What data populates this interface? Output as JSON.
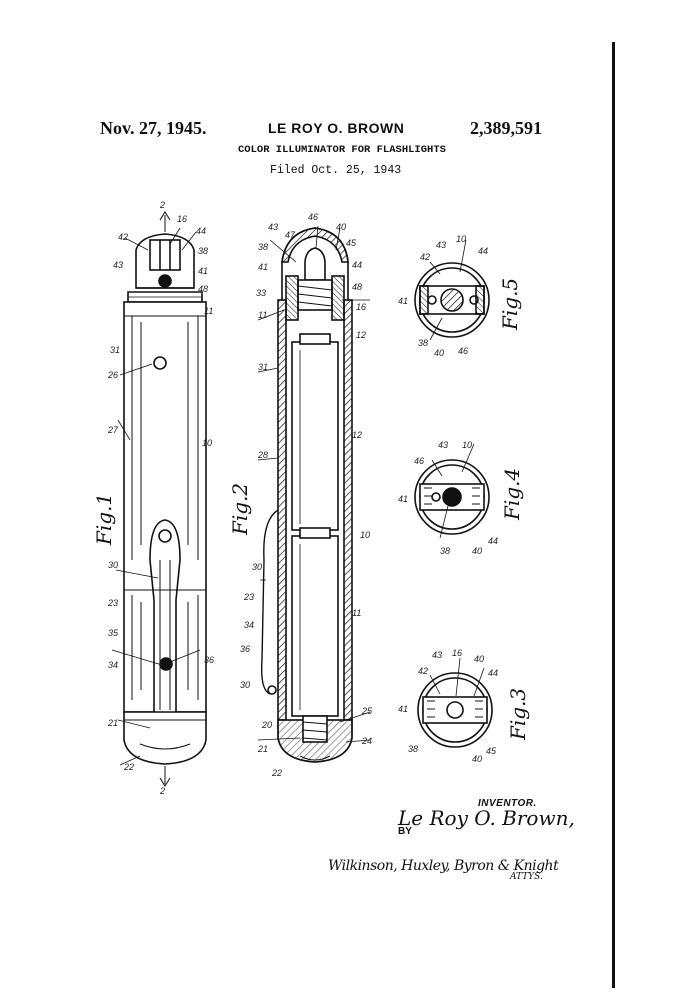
{
  "header": {
    "date": "Nov. 27, 1945.",
    "inventor_name": "LE ROY O. BROWN",
    "patent_number": "2,389,591",
    "title": "COLOR ILLUMINATOR FOR FLASHLIGHTS",
    "filed": "Filed Oct. 25, 1943"
  },
  "figures": {
    "fig1": "Fig.1",
    "fig2": "Fig.2",
    "fig3": "Fig.3",
    "fig4": "Fig.4",
    "fig5": "Fig.5"
  },
  "reference_numerals": {
    "r2a": "2",
    "r2b": "2",
    "r10": "10",
    "r11": "11",
    "r12": "12",
    "r16": "16",
    "r20": "20",
    "r21": "21",
    "r22": "22",
    "r23": "23",
    "r24": "24",
    "r25": "25",
    "r26": "26",
    "r27": "27",
    "r28": "28",
    "r30": "30",
    "r31": "31",
    "r33": "33",
    "r34": "34",
    "r35": "35",
    "r36": "36",
    "r38": "38",
    "r40": "40",
    "r41": "41",
    "r42": "42",
    "r43": "43",
    "r44": "44",
    "r45": "45",
    "r46": "46",
    "r47": "47",
    "r48": "48"
  },
  "signature_block": {
    "inventor_caption": "INVENTOR.",
    "inventor_signature": "Le Roy O. Brown,",
    "by": "BY",
    "attorney_signature": "Wilkinson, Huxley, Byron & Knight",
    "attorney_tag": "ATTYS."
  }
}
